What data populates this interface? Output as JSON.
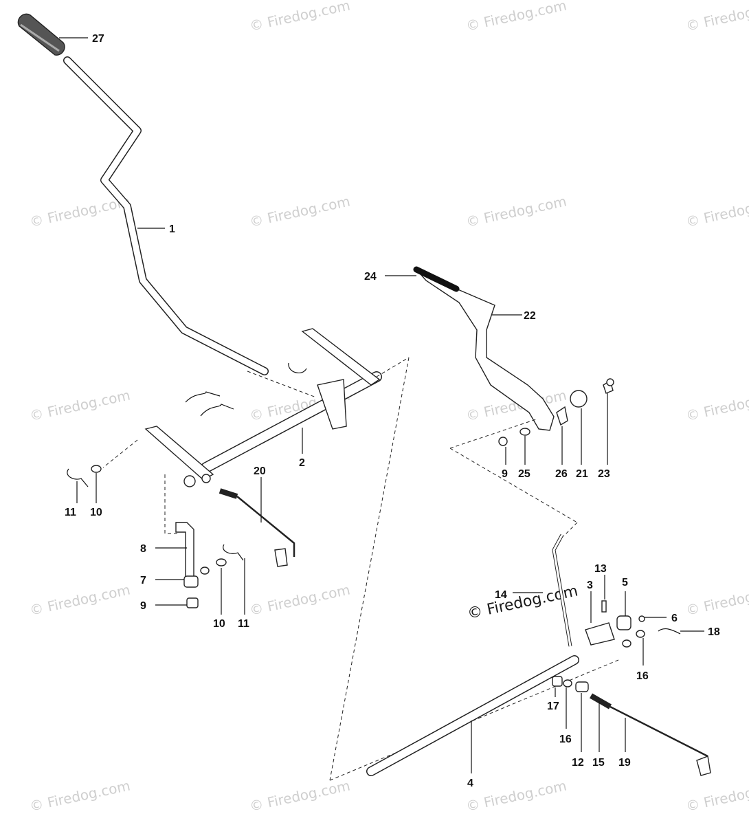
{
  "watermark": {
    "text": "© Firedog.com",
    "highlighted_text": "© Firedog.com"
  },
  "callouts": {
    "c1": "1",
    "c2": "2",
    "c3": "3",
    "c4": "4",
    "c5": "5",
    "c6": "6",
    "c7": "7",
    "c8": "8",
    "c9a": "9",
    "c9b": "9",
    "c10a": "10",
    "c10b": "10",
    "c11a": "11",
    "c11b": "11",
    "c12": "12",
    "c13": "13",
    "c14": "14",
    "c15": "15",
    "c16a": "16",
    "c16b": "16",
    "c17": "17",
    "c18": "18",
    "c19": "19",
    "c20": "20",
    "c21": "21",
    "c22": "22",
    "c23": "23",
    "c24": "24",
    "c25": "25",
    "c26": "26",
    "c27": "27"
  },
  "colors": {
    "ink": "#111111",
    "watermark": "#cfcfcf",
    "background": "#ffffff"
  }
}
